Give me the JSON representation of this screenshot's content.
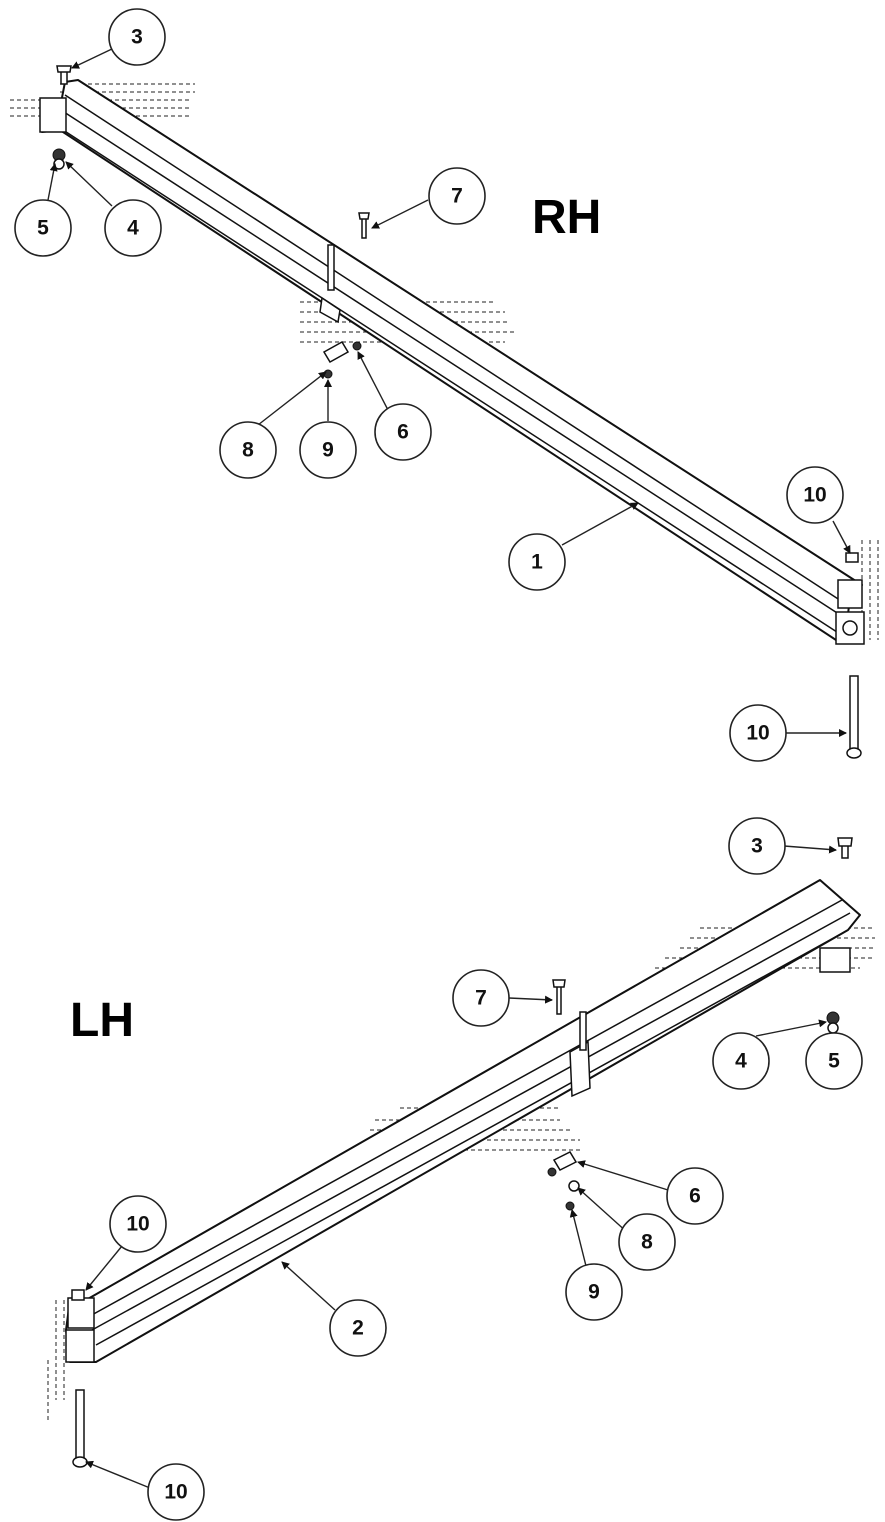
{
  "assemblies": [
    {
      "id": "rh",
      "side_label": "RH",
      "callouts": [
        {
          "id": "rh-3",
          "label": "3"
        },
        {
          "id": "rh-5",
          "label": "5"
        },
        {
          "id": "rh-4",
          "label": "4"
        },
        {
          "id": "rh-7",
          "label": "7"
        },
        {
          "id": "rh-8",
          "label": "8"
        },
        {
          "id": "rh-9",
          "label": "9"
        },
        {
          "id": "rh-6",
          "label": "6"
        },
        {
          "id": "rh-10a",
          "label": "10"
        },
        {
          "id": "rh-1",
          "label": "1"
        },
        {
          "id": "rh-10b",
          "label": "10"
        }
      ]
    },
    {
      "id": "lh",
      "side_label": "LH",
      "callouts": [
        {
          "id": "lh-3",
          "label": "3"
        },
        {
          "id": "lh-7",
          "label": "7"
        },
        {
          "id": "lh-4",
          "label": "4"
        },
        {
          "id": "lh-5",
          "label": "5"
        },
        {
          "id": "lh-6",
          "label": "6"
        },
        {
          "id": "lh-10a",
          "label": "10"
        },
        {
          "id": "lh-8",
          "label": "8"
        },
        {
          "id": "lh-2",
          "label": "2"
        },
        {
          "id": "lh-9",
          "label": "9"
        },
        {
          "id": "lh-10b",
          "label": "10"
        }
      ]
    }
  ]
}
